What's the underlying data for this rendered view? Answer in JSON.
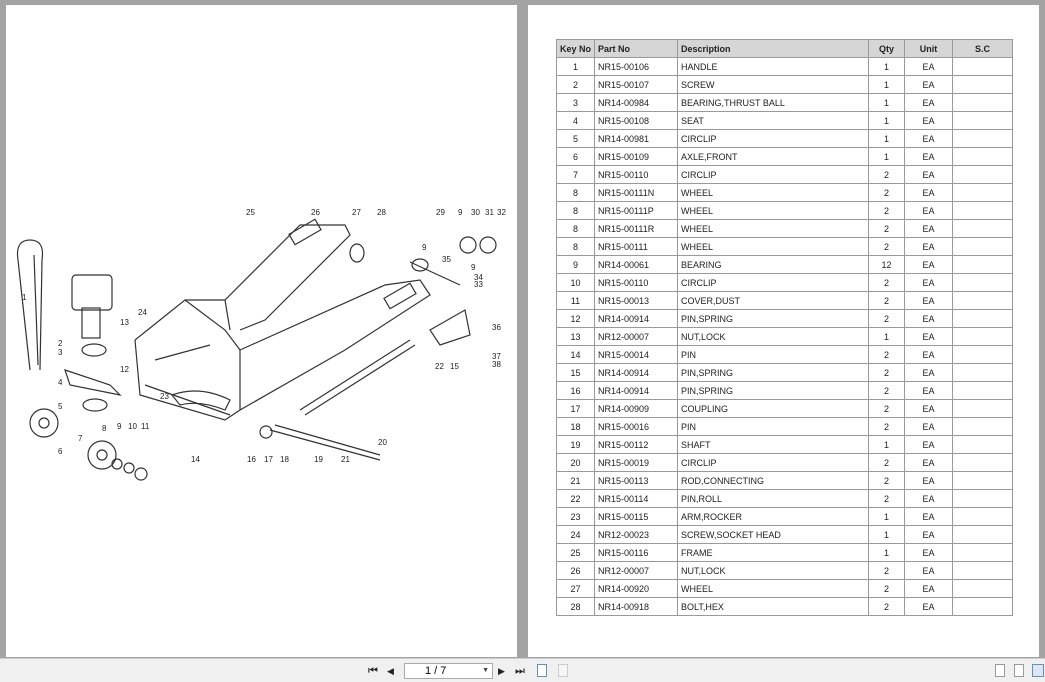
{
  "diagram": {
    "callouts": [
      "25",
      "26",
      "27",
      "28",
      "29",
      "9",
      "30",
      "31",
      "32",
      "9",
      "35",
      "9",
      "34",
      "33",
      "36",
      "37",
      "38",
      "22",
      "15",
      "1",
      "24",
      "13",
      "2",
      "3",
      "12",
      "4",
      "23",
      "5",
      "6",
      "7",
      "8",
      "9",
      "10",
      "11",
      "14",
      "16",
      "17",
      "18",
      "19",
      "21",
      "20"
    ]
  },
  "table": {
    "headers": [
      "Key No",
      "Part No",
      "Description",
      "Qty",
      "Unit",
      "S.C"
    ],
    "rows": [
      [
        "1",
        "NR15-00106",
        "HANDLE",
        "1",
        "EA",
        ""
      ],
      [
        "2",
        "NR15-00107",
        "SCREW",
        "1",
        "EA",
        ""
      ],
      [
        "3",
        "NR14-00984",
        "BEARING,THRUST BALL",
        "1",
        "EA",
        ""
      ],
      [
        "4",
        "NR15-00108",
        "SEAT",
        "1",
        "EA",
        ""
      ],
      [
        "5",
        "NR14-00981",
        "CIRCLIP",
        "1",
        "EA",
        ""
      ],
      [
        "6",
        "NR15-00109",
        "AXLE,FRONT",
        "1",
        "EA",
        ""
      ],
      [
        "7",
        "NR15-00110",
        "CIRCLIP",
        "2",
        "EA",
        ""
      ],
      [
        "8",
        "NR15-00111N",
        "WHEEL",
        "2",
        "EA",
        ""
      ],
      [
        "8",
        "NR15-00111P",
        "WHEEL",
        "2",
        "EA",
        ""
      ],
      [
        "8",
        "NR15-00111R",
        "WHEEL",
        "2",
        "EA",
        ""
      ],
      [
        "8",
        "NR15-00111",
        "WHEEL",
        "2",
        "EA",
        ""
      ],
      [
        "9",
        "NR14-00061",
        "BEARING",
        "12",
        "EA",
        ""
      ],
      [
        "10",
        "NR15-00110",
        "CIRCLIP",
        "2",
        "EA",
        ""
      ],
      [
        "11",
        "NR15-00013",
        "COVER,DUST",
        "2",
        "EA",
        ""
      ],
      [
        "12",
        "NR14-00914",
        "PIN,SPRING",
        "2",
        "EA",
        ""
      ],
      [
        "13",
        "NR12-00007",
        "NUT,LOCK",
        "1",
        "EA",
        ""
      ],
      [
        "14",
        "NR15-00014",
        "PIN",
        "2",
        "EA",
        ""
      ],
      [
        "15",
        "NR14-00914",
        "PIN,SPRING",
        "2",
        "EA",
        ""
      ],
      [
        "16",
        "NR14-00914",
        "PIN,SPRING",
        "2",
        "EA",
        ""
      ],
      [
        "17",
        "NR14-00909",
        "COUPLING",
        "2",
        "EA",
        ""
      ],
      [
        "18",
        "NR15-00016",
        "PIN",
        "2",
        "EA",
        ""
      ],
      [
        "19",
        "NR15-00112",
        "SHAFT",
        "1",
        "EA",
        ""
      ],
      [
        "20",
        "NR15-00019",
        "CIRCLIP",
        "2",
        "EA",
        ""
      ],
      [
        "21",
        "NR15-00113",
        "ROD,CONNECTING",
        "2",
        "EA",
        ""
      ],
      [
        "22",
        "NR15-00114",
        "PIN,ROLL",
        "2",
        "EA",
        ""
      ],
      [
        "23",
        "NR15-00115",
        "ARM,ROCKER",
        "1",
        "EA",
        ""
      ],
      [
        "24",
        "NR12-00023",
        "SCREW,SOCKET HEAD",
        "1",
        "EA",
        ""
      ],
      [
        "25",
        "NR15-00116",
        "FRAME",
        "1",
        "EA",
        ""
      ],
      [
        "26",
        "NR12-00007",
        "NUT,LOCK",
        "2",
        "EA",
        ""
      ],
      [
        "27",
        "NR14-00920",
        "WHEEL",
        "2",
        "EA",
        ""
      ],
      [
        "28",
        "NR14-00918",
        "BOLT,HEX",
        "2",
        "EA",
        ""
      ]
    ]
  },
  "toolbar": {
    "page": "1 / 7",
    "first": "⏮",
    "prev": "◀",
    "next": "▶",
    "last": "⏭"
  }
}
